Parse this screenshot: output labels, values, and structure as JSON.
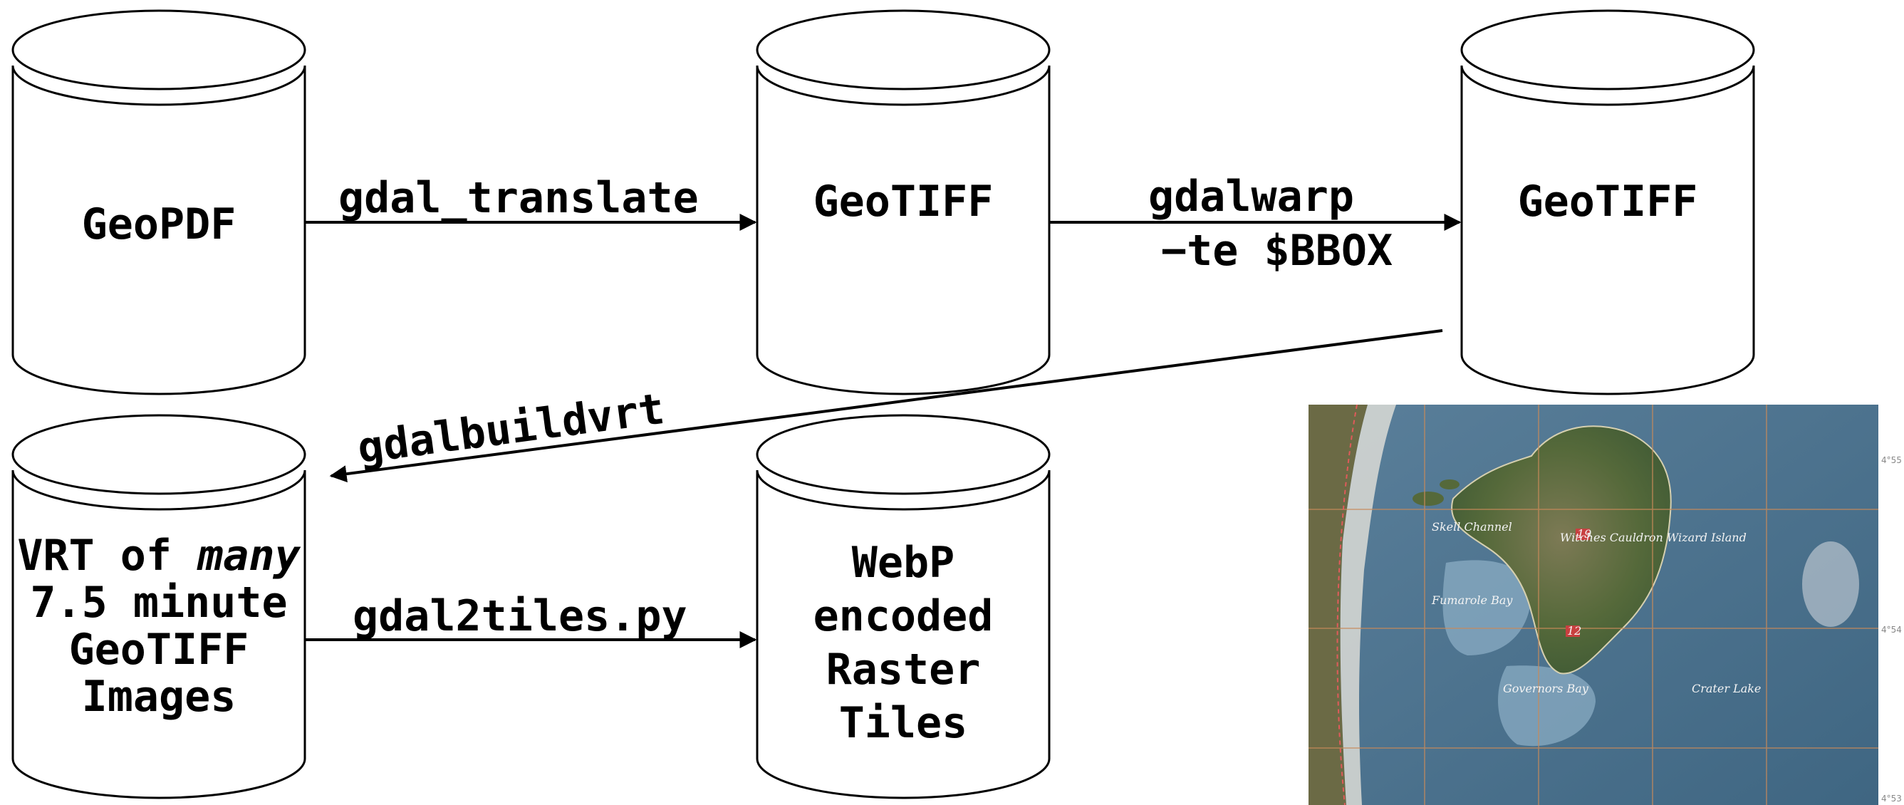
{
  "nodes": {
    "geopdf": {
      "label": "GeoPDF"
    },
    "geotiff_1": {
      "label": "GeoTIFF"
    },
    "geotiff_2": {
      "label": "GeoTIFF"
    },
    "vrt": {
      "line1_a": "VRT of ",
      "line1_b": "many",
      "line2": "7.5 minute",
      "line3": "GeoTIFF",
      "line4": "Images"
    },
    "webp": {
      "line1": "WebP",
      "line2": "encoded",
      "line3": "Raster",
      "line4": "Tiles"
    }
  },
  "edges": {
    "translate": {
      "label": "gdal_translate"
    },
    "warp": {
      "label1": "gdalwarp",
      "label2": "−te $BBOX"
    },
    "buildvrt": {
      "label": "gdalbuildvrt"
    },
    "tiles": {
      "label": "gdal2tiles.py"
    }
  },
  "map": {
    "labels": {
      "island_left": "Skell Channel",
      "island_name": "Witches Cauldron Wizard Island",
      "bay_left": "Fumarole Bay",
      "bay_bottom": "Governors Bay",
      "lake": "Crater Lake",
      "marker_1": "19",
      "marker_2": "12"
    },
    "ticks": [
      "4°55",
      "4°54",
      "4°53"
    ],
    "colors": {
      "water": "#4a6f8c",
      "land": "#5c6a3f",
      "grid": "#c88a5a"
    }
  }
}
